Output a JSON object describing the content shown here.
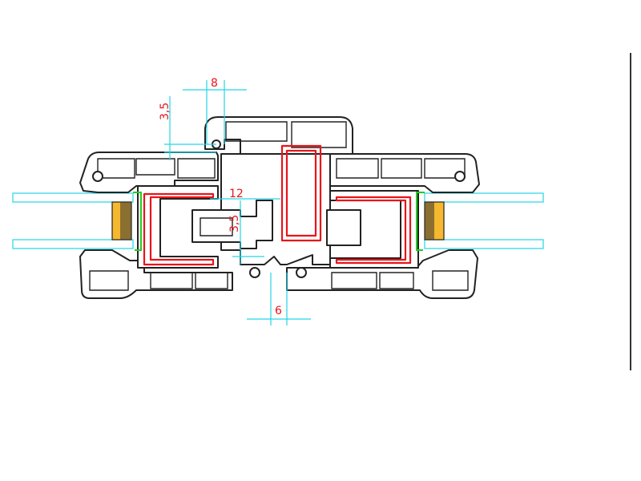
{
  "dimensions": {
    "top_width": "8",
    "top_height": "3,5",
    "center_gap": "12",
    "center_height": "3,5",
    "bottom_width": "6"
  },
  "colors": {
    "dimension": "#e8141a",
    "extension_lines": "#22d6e6",
    "reinforcement": "#e8141a",
    "gasket": "#22cc22",
    "seal_fill": "#f5b82e",
    "profile_stroke": "#222222"
  }
}
